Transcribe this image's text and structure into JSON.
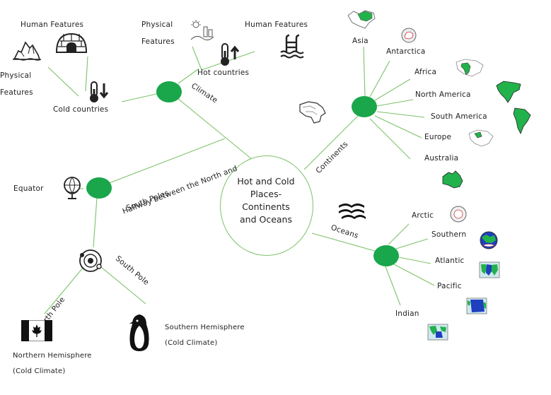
{
  "center": {
    "line1": "Hot and Cold",
    "line2": "Places-",
    "line3": "Continents",
    "line4": "and Oceans"
  },
  "climate": {
    "branch_label": "Climate",
    "hot": {
      "label": "Hot countries",
      "physical_l1": "Physical",
      "physical_l2": "Features",
      "human": "Human Features"
    },
    "cold": {
      "label": "Cold countries",
      "human": "Human Features",
      "physical_l1": "Physical",
      "physical_l2": "Features"
    }
  },
  "equator": {
    "branch_l1": "Halfway between the North and",
    "branch_l2": "South Poles",
    "label": "Equator",
    "north_pole": "North Pole",
    "south_pole": "South Pole",
    "northern_l1": "Northern Hemisphere",
    "northern_l2": "(Cold Climate)",
    "southern_l1": "Southern Hemisphere",
    "southern_l2": "(Cold Climate)"
  },
  "continents": {
    "branch_label": "Continents",
    "items": [
      "Asia",
      "Antarctica",
      "Africa",
      "North America",
      "South America",
      "Europe",
      "Australia"
    ]
  },
  "oceans": {
    "branch_label": "Oceans",
    "items": [
      "Arctic",
      "Southern",
      "Atlantic",
      "Pacific",
      "Indian"
    ]
  },
  "colors": {
    "node": "#1aa64a",
    "line": "#7cc26a",
    "land": "#22b24c"
  }
}
